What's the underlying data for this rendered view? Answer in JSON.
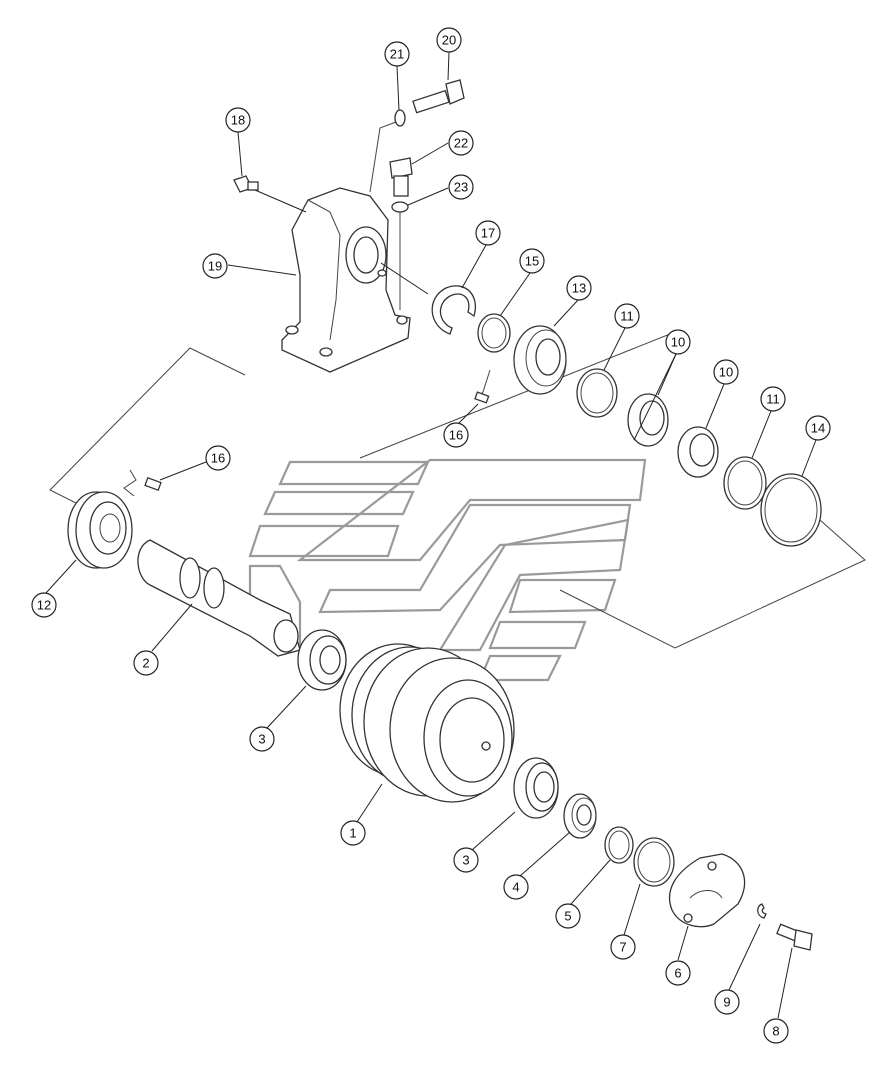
{
  "diagram": {
    "callouts": [
      "1",
      "2",
      "3",
      "3",
      "4",
      "5",
      "6",
      "7",
      "8",
      "9",
      "10",
      "10",
      "11",
      "11",
      "12",
      "13",
      "14",
      "15",
      "16",
      "16",
      "17",
      "18",
      "19",
      "20",
      "21",
      "22",
      "23"
    ]
  }
}
